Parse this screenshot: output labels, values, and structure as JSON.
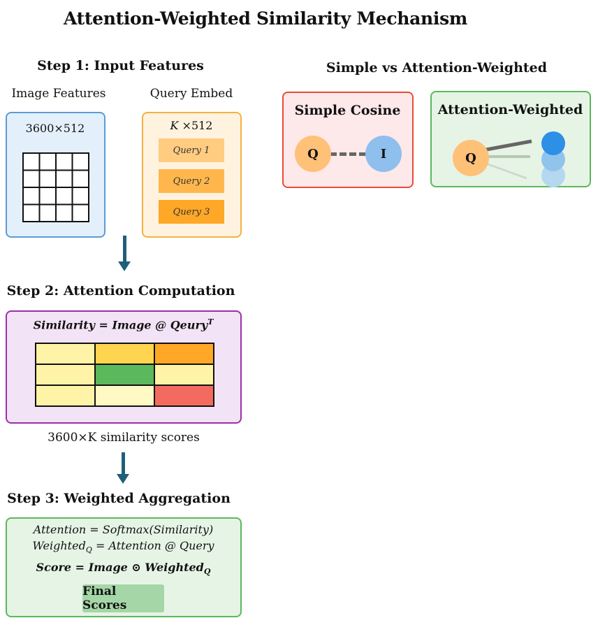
{
  "title": "Attention-Weighted Similarity Mechanism",
  "step1": {
    "heading": "Step 1: Input Features",
    "image_label": "Image Features",
    "image_dims": "3600×512",
    "query_label": "Query Embed",
    "query_dims_k": "K",
    "query_dims_rest": " ×512",
    "queries": [
      "Query 1",
      "Query 2",
      "Query 3"
    ]
  },
  "step2": {
    "heading": "Step 2: Attention Computation",
    "formula_lhs": "Similarity",
    "formula_rhs": "Image @ Qeury",
    "formula_sup": "T",
    "caption": "3600×K similarity scores",
    "grid_colors": [
      [
        "#fff3a8",
        "#ffd54f",
        "#ffa726"
      ],
      [
        "#fff3a8",
        "#5cb85c",
        "#fff3a8"
      ],
      [
        "#fff3a8",
        "#fff9c4",
        "#f36b5f"
      ]
    ]
  },
  "step3": {
    "heading": "Step 3: Weighted Aggregation",
    "line1": "Attention = Softmax(Similarity)",
    "line2_a": "Weighted",
    "line2_sub": "Q",
    "line2_b": " = Attention @ Query",
    "line3_a": "Score = Image ⊙ Weighted",
    "line3_sub": "Q",
    "button": "Final Scores"
  },
  "compare": {
    "heading": "Simple vs Attention-Weighted",
    "simple": {
      "title": "Simple Cosine",
      "q": "Q",
      "i": "I"
    },
    "attn": {
      "title": "Attention-Weighted",
      "q": "Q"
    }
  },
  "colors": {
    "blue_border": "#5b9bd5",
    "blue_fill": "#e3f0fb",
    "orange_border": "#f5b041",
    "orange_fill": "#fff3e0",
    "purple_border": "#9b30a8",
    "purple_fill": "#f3e3f6",
    "green_border": "#5cb85c",
    "green_fill": "#e6f4e6",
    "red_border": "#e74c3c",
    "red_fill": "#fde8ea"
  }
}
